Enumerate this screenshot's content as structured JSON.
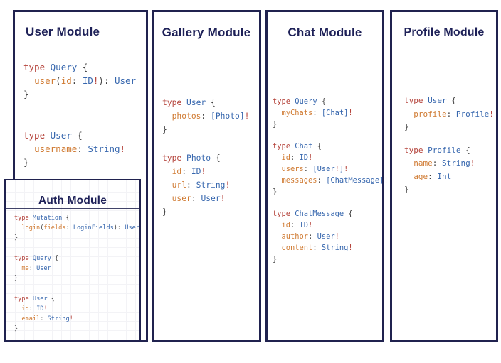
{
  "diagram": {
    "colors": {
      "border": "#20224f",
      "title": "#1e2158",
      "keyword": "#b5443c",
      "type_name": "#3767ae",
      "field_name": "#d07b33",
      "bang": "#b5443c",
      "punctuation": "#3f3f3f"
    },
    "modules": [
      {
        "id": "user",
        "title": "User Module",
        "blocks": [
          [
            [
              [
                "kw",
                "type"
              ],
              [
                "pn",
                " "
              ],
              [
                "typ",
                "Query"
              ],
              [
                "pn",
                " {"
              ]
            ],
            [
              [
                "pn",
                "  "
              ],
              [
                "fld",
                "user"
              ],
              [
                "pn",
                "("
              ],
              [
                "fld",
                "id"
              ],
              [
                "pn",
                ": "
              ],
              [
                "typ",
                "ID"
              ],
              [
                "bang",
                "!"
              ],
              [
                "pn",
                "): "
              ],
              [
                "typ",
                "User"
              ]
            ],
            [
              [
                "pn",
                "}"
              ]
            ]
          ],
          [
            [
              [
                "kw",
                "type"
              ],
              [
                "pn",
                " "
              ],
              [
                "typ",
                "User"
              ],
              [
                "pn",
                " {"
              ]
            ],
            [
              [
                "pn",
                "  "
              ],
              [
                "fld",
                "username"
              ],
              [
                "pn",
                ": "
              ],
              [
                "typ",
                "String"
              ],
              [
                "bang",
                "!"
              ]
            ],
            [
              [
                "pn",
                "}"
              ]
            ]
          ]
        ]
      },
      {
        "id": "gallery",
        "title": "Gallery Module",
        "blocks": [
          [
            [
              [
                "kw",
                "type"
              ],
              [
                "pn",
                " "
              ],
              [
                "typ",
                "User"
              ],
              [
                "pn",
                " {"
              ]
            ],
            [
              [
                "pn",
                "  "
              ],
              [
                "fld",
                "photos"
              ],
              [
                "pn",
                ": "
              ],
              [
                "typ",
                "[Photo]"
              ],
              [
                "bang",
                "!"
              ]
            ],
            [
              [
                "pn",
                "}"
              ]
            ]
          ],
          [
            [
              [
                "kw",
                "type"
              ],
              [
                "pn",
                " "
              ],
              [
                "typ",
                "Photo"
              ],
              [
                "pn",
                " {"
              ]
            ],
            [
              [
                "pn",
                "  "
              ],
              [
                "fld",
                "id"
              ],
              [
                "pn",
                ": "
              ],
              [
                "typ",
                "ID"
              ],
              [
                "bang",
                "!"
              ]
            ],
            [
              [
                "pn",
                "  "
              ],
              [
                "fld",
                "url"
              ],
              [
                "pn",
                ": "
              ],
              [
                "typ",
                "String"
              ],
              [
                "bang",
                "!"
              ]
            ],
            [
              [
                "pn",
                "  "
              ],
              [
                "fld",
                "user"
              ],
              [
                "pn",
                ": "
              ],
              [
                "typ",
                "User"
              ],
              [
                "bang",
                "!"
              ]
            ],
            [
              [
                "pn",
                "}"
              ]
            ]
          ]
        ]
      },
      {
        "id": "chat",
        "title": "Chat Module",
        "blocks": [
          [
            [
              [
                "kw",
                "type"
              ],
              [
                "pn",
                " "
              ],
              [
                "typ",
                "Query"
              ],
              [
                "pn",
                " {"
              ]
            ],
            [
              [
                "pn",
                "  "
              ],
              [
                "fld",
                "myChats"
              ],
              [
                "pn",
                ": "
              ],
              [
                "typ",
                "[Chat]"
              ],
              [
                "bang",
                "!"
              ]
            ],
            [
              [
                "pn",
                "}"
              ]
            ]
          ],
          [
            [
              [
                "kw",
                "type"
              ],
              [
                "pn",
                " "
              ],
              [
                "typ",
                "Chat"
              ],
              [
                "pn",
                " {"
              ]
            ],
            [
              [
                "pn",
                "  "
              ],
              [
                "fld",
                "id"
              ],
              [
                "pn",
                ": "
              ],
              [
                "typ",
                "ID"
              ],
              [
                "bang",
                "!"
              ]
            ],
            [
              [
                "pn",
                "  "
              ],
              [
                "fld",
                "users"
              ],
              [
                "pn",
                ": "
              ],
              [
                "typ",
                "[User"
              ],
              [
                "bang",
                "!"
              ],
              [
                "typ",
                "]"
              ],
              [
                "bang",
                "!"
              ]
            ],
            [
              [
                "pn",
                "  "
              ],
              [
                "fld",
                "messages"
              ],
              [
                "pn",
                ": "
              ],
              [
                "typ",
                "[ChatMessage]"
              ],
              [
                "bang",
                "!"
              ]
            ],
            [
              [
                "pn",
                "}"
              ]
            ]
          ],
          [
            [
              [
                "kw",
                "type"
              ],
              [
                "pn",
                " "
              ],
              [
                "typ",
                "ChatMessage"
              ],
              [
                "pn",
                " {"
              ]
            ],
            [
              [
                "pn",
                "  "
              ],
              [
                "fld",
                "id"
              ],
              [
                "pn",
                ": "
              ],
              [
                "typ",
                "ID"
              ],
              [
                "bang",
                "!"
              ]
            ],
            [
              [
                "pn",
                "  "
              ],
              [
                "fld",
                "author"
              ],
              [
                "pn",
                ": "
              ],
              [
                "typ",
                "User"
              ],
              [
                "bang",
                "!"
              ]
            ],
            [
              [
                "pn",
                "  "
              ],
              [
                "fld",
                "content"
              ],
              [
                "pn",
                ": "
              ],
              [
                "typ",
                "String"
              ],
              [
                "bang",
                "!"
              ]
            ],
            [
              [
                "pn",
                "}"
              ]
            ]
          ]
        ]
      },
      {
        "id": "profile",
        "title": "Profile Module",
        "blocks": [
          [
            [
              [
                "kw",
                "type"
              ],
              [
                "pn",
                " "
              ],
              [
                "typ",
                "User"
              ],
              [
                "pn",
                " {"
              ]
            ],
            [
              [
                "pn",
                "  "
              ],
              [
                "fld",
                "profile"
              ],
              [
                "pn",
                ": "
              ],
              [
                "typ",
                "Profile"
              ],
              [
                "bang",
                "!"
              ]
            ],
            [
              [
                "pn",
                "}"
              ]
            ]
          ],
          [
            [
              [
                "kw",
                "type"
              ],
              [
                "pn",
                " "
              ],
              [
                "typ",
                "Profile"
              ],
              [
                "pn",
                " {"
              ]
            ],
            [
              [
                "pn",
                "  "
              ],
              [
                "fld",
                "name"
              ],
              [
                "pn",
                ": "
              ],
              [
                "typ",
                "String"
              ],
              [
                "bang",
                "!"
              ]
            ],
            [
              [
                "pn",
                "  "
              ],
              [
                "fld",
                "age"
              ],
              [
                "pn",
                ": "
              ],
              [
                "typ",
                "Int"
              ]
            ],
            [
              [
                "pn",
                "}"
              ]
            ]
          ]
        ]
      },
      {
        "id": "auth",
        "title": "Auth Module",
        "blocks": [
          [
            [
              [
                "kw",
                "type"
              ],
              [
                "pn",
                " "
              ],
              [
                "typ",
                "Mutation"
              ],
              [
                "pn",
                " {"
              ]
            ],
            [
              [
                "pn",
                "  "
              ],
              [
                "fld",
                "login"
              ],
              [
                "pn",
                "("
              ],
              [
                "fld",
                "fields"
              ],
              [
                "pn",
                ": "
              ],
              [
                "typ",
                "LoginFields"
              ],
              [
                "pn",
                "): "
              ],
              [
                "typ",
                "User"
              ]
            ],
            [
              [
                "pn",
                "}"
              ]
            ]
          ],
          [
            [
              [
                "kw",
                "type"
              ],
              [
                "pn",
                " "
              ],
              [
                "typ",
                "Query"
              ],
              [
                "pn",
                " {"
              ]
            ],
            [
              [
                "pn",
                "  "
              ],
              [
                "fld",
                "me"
              ],
              [
                "pn",
                ": "
              ],
              [
                "typ",
                "User"
              ]
            ],
            [
              [
                "pn",
                "}"
              ]
            ]
          ],
          [
            [
              [
                "kw",
                "type"
              ],
              [
                "pn",
                " "
              ],
              [
                "typ",
                "User"
              ],
              [
                "pn",
                " {"
              ]
            ],
            [
              [
                "pn",
                "  "
              ],
              [
                "fld",
                "id"
              ],
              [
                "pn",
                ": "
              ],
              [
                "typ",
                "ID"
              ],
              [
                "bang",
                "!"
              ]
            ],
            [
              [
                "pn",
                "  "
              ],
              [
                "fld",
                "email"
              ],
              [
                "pn",
                ": "
              ],
              [
                "typ",
                "String"
              ],
              [
                "bang",
                "!"
              ]
            ],
            [
              [
                "pn",
                "}"
              ]
            ]
          ]
        ]
      }
    ]
  }
}
